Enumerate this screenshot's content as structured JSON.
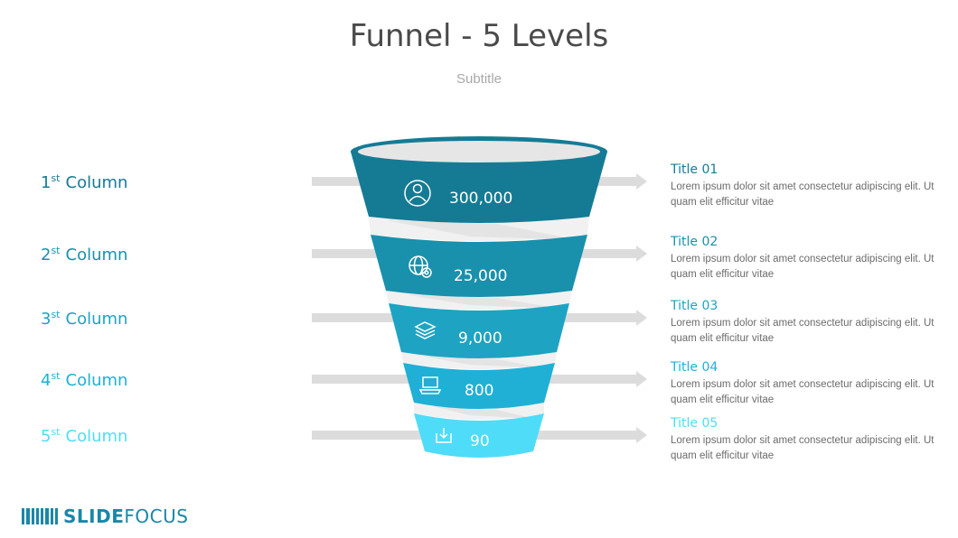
{
  "header": {
    "title": "Funnel - 5 Levels",
    "subtitle": "Subtitle"
  },
  "levels": [
    {
      "column_num": "1",
      "column_sup": "st",
      "column_label": "Column",
      "value": "300,000",
      "icon": "user-icon",
      "color": "#157b95",
      "title": "Title 01",
      "text": "Lorem ipsum dolor sit amet consectetur adipiscing elit. Ut quam elit efficitur vitae"
    },
    {
      "column_num": "2",
      "column_sup": "st",
      "column_label": "Column",
      "value": "25,000",
      "icon": "globe-gear-icon",
      "color": "#1990ac",
      "title": "Title 02",
      "text": "Lorem ipsum dolor sit amet consectetur adipiscing elit. Ut quam elit efficitur vitae"
    },
    {
      "column_num": "3",
      "column_sup": "st",
      "column_label": "Column",
      "value": "9,000",
      "icon": "layers-icon",
      "color": "#1ea3c3",
      "title": "Title 03",
      "text": "Lorem ipsum dolor sit amet consectetur adipiscing elit. Ut quam elit efficitur vitae"
    },
    {
      "column_num": "4",
      "column_sup": "st",
      "column_label": "Column",
      "value": "800",
      "icon": "laptop-icon",
      "color": "#20b0d6",
      "title": "Title 04",
      "text": "Lorem ipsum dolor sit amet consectetur adipiscing elit. Ut quam elit efficitur vitae"
    },
    {
      "column_num": "5",
      "column_sup": "st",
      "column_label": "Column",
      "value": "90",
      "icon": "download-tray-icon",
      "color": "#4fdcf8",
      "title": "Title 05",
      "text": "Lorem ipsum dolor sit amet consectetur adipiscing elit. Ut quam elit efficitur vitae"
    }
  ],
  "logo": {
    "bold": "SLIDE",
    "light": "FOCUS"
  },
  "colors": {
    "arrow": "#dcdcdc",
    "rim": "#e6e6e6",
    "logo": "#1a87a8"
  }
}
